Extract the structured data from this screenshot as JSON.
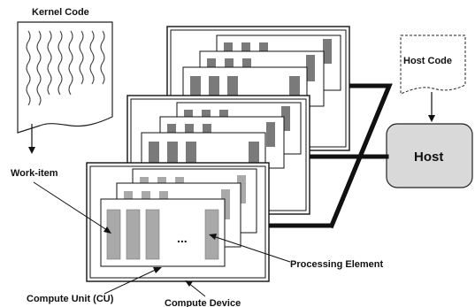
{
  "labels": {
    "kernel_code": "Kernel Code",
    "host_code": "Host Code",
    "host": "Host",
    "work_item": "Work-item",
    "processing_element": "Processing Element",
    "compute_unit": "Compute Unit (CU)",
    "compute_device": "Compute Device",
    "ellipsis": "..."
  },
  "colors": {
    "cu_block_front": "#a9a9a9",
    "cu_block_back": "#7a7a7a",
    "host_box": "#d9d9d9",
    "link": "#111111"
  }
}
